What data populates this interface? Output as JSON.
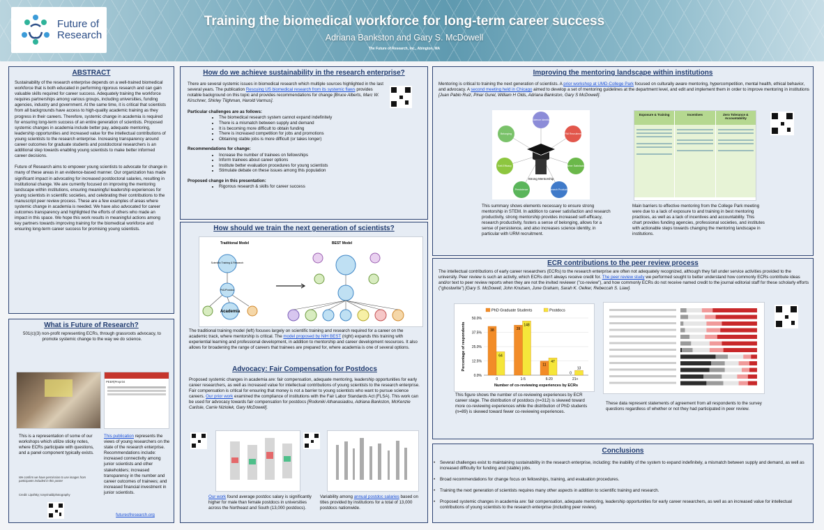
{
  "header": {
    "logo_text": "Future of Research",
    "title": "Training the biomedical workforce for long-term career success",
    "authors": "Adriana Bankston and Gary S. McDowell",
    "affiliation": "The Future of Research, Inc., Abington, MA"
  },
  "abstract": {
    "title": "ABSTRACT",
    "p1": "Sustainability of the research enterprise depends on a well-trained biomedical workforce that is both educated in performing rigorous research and can gain valuable skills required for career success. Adequately training the workforce requires partnerships among various groups, including universities, funding agencies, industry and government. At the same time, it is critical that scientists from all backgrounds have access to high-quality academic training as they progress in their careers. Therefore, systemic change in academia is required for ensuring long-term success of an entire generation of scientists. Proposed systemic changes in academia include better pay, adequate mentoring, leadership opportunities and increased value for the intellectual contributions of young scientists to the research enterprise. Increasing transparency around career outcomes for graduate students and postdoctoral researchers is an additional step towards enabling young scientists to make better informed career decisions.",
    "p2": "Future of Research aims to empower young scientists to advocate for change in many of these areas in an evidence-based manner. Our organization has made significant impact in advocating for increased postdoctoral salaries, resulting in institutional change. We are currently focused on improving the mentoring landscape within institutions, ensuring meaningful leadership experiences for young scientists in scientific societies, and celebrating their contributions to the manuscript peer review process. These are a few examples of areas where systemic change in academia is needed. We have also advocated for career outcomes transparency and highlighted the efforts of others who made an impact in this space. We hope this work results in meaningful actions among key partners towards improving training for the biomedical workforce and ensuring long-term career success for promising young scientists."
  },
  "what": {
    "title": "What is Future of Research?",
    "intro": "501(c)(3) non-profit representing ECRs, through grassroots advocacy, to promote systemic change to the way we do science.",
    "left": "This is a representation of some of our workshops which utilize sticky notes, where ECRs participate with questions, and a panel component typically exists.",
    "permission": "We confirm we have permission to use images from participants included in this poster",
    "credit": "Credit: Lipofsky; tonyrinaldiphotography",
    "pub_link": "This publication",
    "pub_text": " represents the views of young researchers on the state of the research enterprise. Recommendations include: increased connectivity among junior scientists and other stakeholders; increased transparency in the number and career outcomes of trainees; and increased financial investment in junior scientists.",
    "url": "futureofresearch.org",
    "thumb_head": "PEER|Preprint"
  },
  "sustain": {
    "title": "How do we achieve sustainability in the research enterprise?",
    "p1_a": "There are several systemic issues in biomedical research which multiple sources highlighted in the last several years. The publication ",
    "p1_link": "Rescuing US biomedical research from its systemic flaws",
    "p1_b": " provides notable background on this topic and provides recommendations for change ",
    "p1_cite": "[Bruce Alberts, Marc W. Kirschner, Shirley Tilghman, Harold Varmus].",
    "challenges_head": "Particular challenges are as follows:",
    "challenges": [
      "The biomedical research system cannot expand indefinitely",
      "There is a mismatch between supply and demand",
      "It is becoming more difficult to obtain funding",
      "There is increased competition for jobs and promotions",
      "Obtaining stable jobs is more difficult (or takes longer)"
    ],
    "recs_head": "Recommendations for change:",
    "recs": [
      "Increase the number of trainees on fellowships",
      "Inform trainees about career options",
      "Institute better evaluation procedures for young scientists",
      "Stimulate debate on these issues among this population"
    ],
    "proposed_head": "Proposed change in this presentation:",
    "proposed": [
      "Rigorous research & skills for career success"
    ]
  },
  "train": {
    "title": "How should we train the next generation of scientists?",
    "trad_label": "Traditional Model",
    "best_label": "BEST Model",
    "node_sci": "Scientific Training & Research",
    "node_phd": "PhD/Postdoc",
    "node_acad": "Academia",
    "p_a": "The traditional training model (left) focuses largely on scientific training and research required for a career on the academic track, where mentorship is critical. The ",
    "p_link": "model proposed by NIH BEST",
    "p_b": " (right) expands this training with experiential learning and professional development, in addition to mentorship and career development resources. It also allows for broadening the range of careers that trainees are prepared for, where academia is one of several options."
  },
  "advocacy": {
    "title": "Advocacy: Fair Compensation for Postdocs",
    "p_a": "Proposed systemic changes in academia are: fair compensation, adequate mentoring, leadership opportunities for early career researchers, as well as increased value for intellectual contributions of young scientists to the research enterprise. Fair compensation is critical for ensuring that money is not a barrier to young scientists who want to pursue science careers. ",
    "p_link": "Our prior work",
    "p_b": " examined the compliance of institutions with the Fair Labor Standards Act (FLSA). This work can be used for advocacy towards fair compensation for postdocs ",
    "p_cite": "[Rodoniki Athanasiadou, Adriana Bankston, McKenzie Carlisle, Carrie Niziolek, Gary McDowell].",
    "cap1_link": "Our work",
    "cap1": " found average postdoc salary is significantly higher for male than female postdocs in universities across the Northeast and South (13,000 postdocs).",
    "cap2_a": "Variability among ",
    "cap2_link": "annual postdoc salaries",
    "cap2_b": " based on titles provided by institutions for a total of 13,000 postdocs nationwide."
  },
  "mentoring": {
    "title": "Improving the mentoring landscape within institutions",
    "p_a": "Mentoring is critical to training the next generation of scientists. A ",
    "link1": "prior workshop at UMD-College Park",
    "p_b": " focused on culturally aware mentoring, hypercompetition, mental health, ethical behavior, and advocacy. A ",
    "link2": "second meeting held in Chicago",
    "p_c": " aimed to develop a set of mentoring guidelines at the department level, and edit and implement them in order to improve mentoring in institutions ",
    "cite": "[Juan Pablo Ruiz, Pinar Gurel, William H Olds, Adriana Bankston, Gary S McDowell].",
    "diagram_center": "Strong Mentorship",
    "diagram_nodes": [
      "Science Identity",
      "URM Recruitment",
      "Career Satisfaction",
      "Research Productivity",
      "Persistence",
      "Self-Efficacy",
      "Belonging"
    ],
    "cap_left": "This summary shows elements necessary to ensure strong mentorship in STEM. In addition to career satisfaction and research productivity, strong mentorship provides increased self-efficacy, research productivity, fosters a sense of belonging, allows for a sense of persistence, and also increases science identity, in particular with URM recruitment.",
    "table_heads": [
      "Exposure & Training",
      "Incentives",
      "Zero Tolerance & Accountability"
    ],
    "cap_right": "Main barriers to effective mentoring from the College Park meeting were due to a lack of exposure to and training in best mentoring practices, as well as a lack of incentives and accountability. This chart provides funding agencies, professional societies, and institutes with actionable steps towards changing the mentoring landscape in institutions."
  },
  "peer": {
    "title": "ECR contributions to the peer review process",
    "p_a": "The intellectual contributions of early career researchers (ECRs) to the research enterprise are often not adequately recognized, although they fall under service activities provided to the university. Peer review is such an activity, which ECRs don't always receive credit for. ",
    "p_link": "The peer review study",
    "p_b": " we performed sought to better understand how commonly ECRs contribute ideas and/or text to peer review reports when they are not the invited reviewer (\"co-review\"), and how commonly ECRs do not receive named credit to the journal editorial staff for these scholarly efforts (\"ghostwrite\") ",
    "p_cite": "[Gary S. McDowell, John Knutsen, June Graham, Sarah K. Oelker, Rebeccah S. Liaw].",
    "cap_left": "This figure shows the number of co-reviewing experiences by ECR career stage. The distribution of postdocs (n=312) is skewed toward more co-reviewing experiences while the distribution of PhD students (n=89) is skewed toward fewer co-reviewing experiences.",
    "cap_right": "These data represent statements of agreement from all respondents to the survey questions regardless of whether or not they had participated in peer review."
  },
  "chart_data": {
    "type": "bar",
    "title": "",
    "xlabel": "Number of co-reviewing experiences by ECRs",
    "ylabel": "Percentage of respondents",
    "categories": [
      "0",
      "1-5",
      "6-20",
      "21+"
    ],
    "ytick_labels": [
      "0.0%",
      "12.5%",
      "25.0%",
      "37.5%",
      "50.0%"
    ],
    "ylim": [
      0,
      50
    ],
    "legend": "top",
    "series": [
      {
        "name": "PhD Graduate Students",
        "color": "#f28c28",
        "values": [
          42.7,
          43.8,
          12.4,
          0
        ],
        "labels": [
          "38",
          "39",
          "11",
          "0"
        ]
      },
      {
        "name": "Postdocs",
        "color": "#f5e63a",
        "values": [
          20.5,
          47.4,
          15.1,
          4.2
        ],
        "labels": [
          "64",
          "148",
          "47",
          "13"
        ]
      }
    ]
  },
  "conclusions": {
    "title": "Conclusions",
    "items": [
      "Several challenges exist to maintaining sustainability in the research enterprise, including: the inability of the system to expand indefinitely, a mismatch between supply and demand, as well as increased difficulty for funding and (stable) jobs.",
      "Broad recommendations for change focus on fellowships, training, and evaluation procedures.",
      "Training the next generation of scientists requires many other aspects in addition to scientific training and research.",
      "Proposed systemic changes in academia are: fair compensation, adequate mentoring, leadership opportunities for early career researchers, as well as an increased value for intellectual contributions of young scientists to the research enterprise (including peer review)."
    ]
  }
}
